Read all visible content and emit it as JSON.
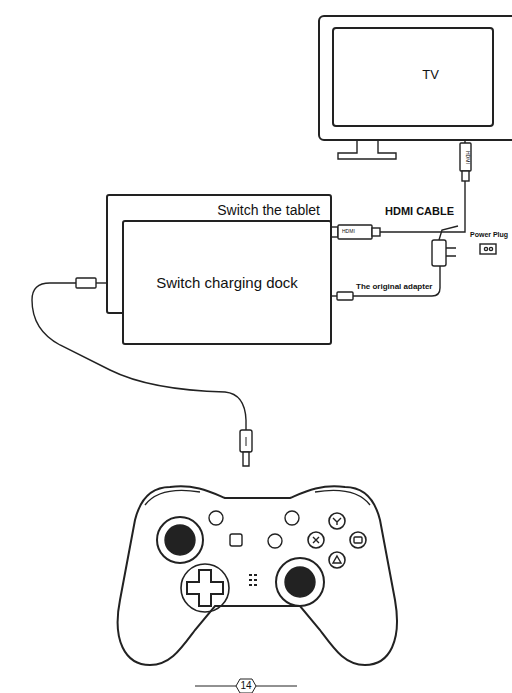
{
  "diagram": {
    "nodes": [
      {
        "text": [
          "TV"
        ]
      },
      {
        "text": [
          "Switch the tablet"
        ]
      },
      {
        "text": [
          "Switch charging dock"
        ]
      }
    ],
    "edges": [
      {
        "from": 2,
        "to": 0,
        "arrow": "none",
        "label": "HDMI CABLE"
      }
    ],
    "labels": [
      "HDMI",
      "HDMI",
      "Power Plug",
      "The original adapter",
      "14"
    ]
  }
}
